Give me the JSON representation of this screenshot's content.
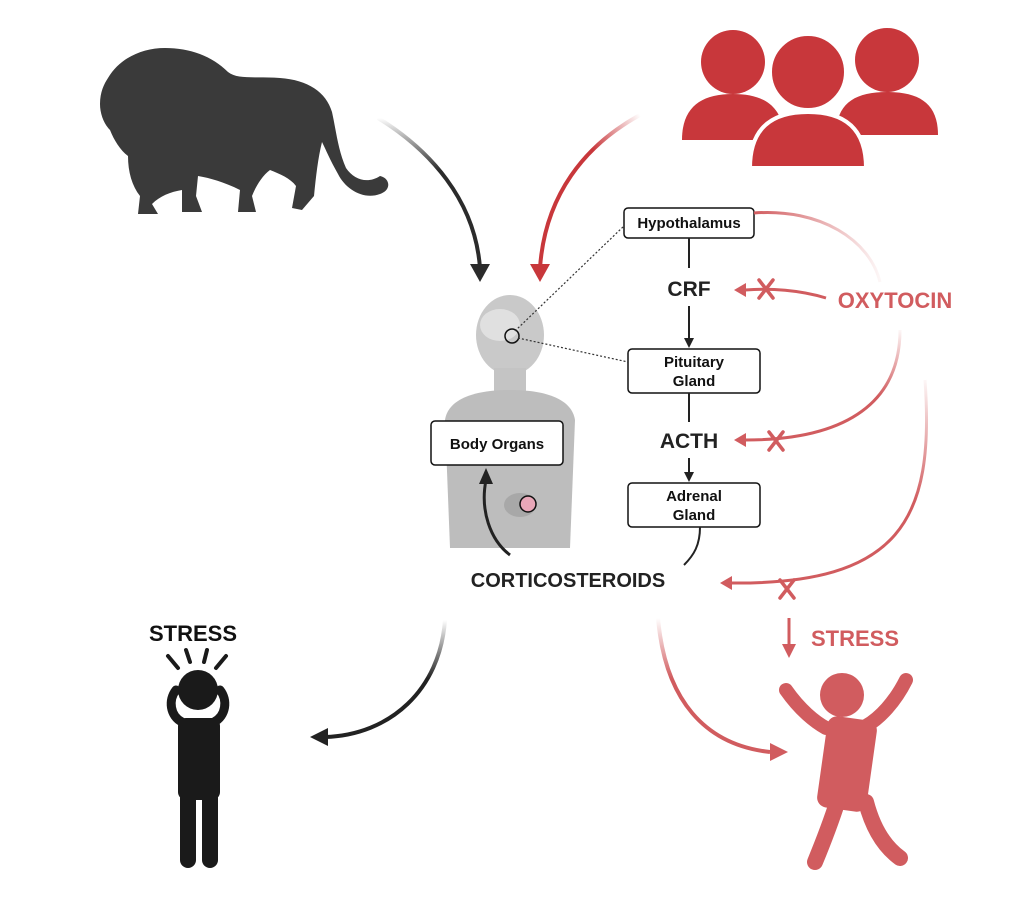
{
  "colors": {
    "dark": "#2b2b2b",
    "red": "#c8373b",
    "red_soft": "#d15c5f",
    "body_gray": "#bdbdbd"
  },
  "nodes": {
    "hypothalamus": "Hypothalamus",
    "crf": "CRF",
    "pituitary_line1": "Pituitary",
    "pituitary_line2": "Gland",
    "acth": "ACTH",
    "adrenal_line1": "Adrenal",
    "adrenal_line2": "Gland",
    "corticosteroids": "CORTICOSTEROIDS",
    "body_organs": "Body Organs",
    "oxytocin": "OXYTOCIN"
  },
  "outcomes": {
    "stress_left": "STRESS",
    "stress_right": "STRESS"
  },
  "icons": {
    "lion": "lion-silhouette-icon",
    "people": "group-of-people-icon",
    "human_body": "human-anatomy-icon",
    "stressed_person": "stressed-person-icon",
    "happy_person": "happy-person-icon",
    "inhibit_mark": "x-inhibit-icon"
  }
}
